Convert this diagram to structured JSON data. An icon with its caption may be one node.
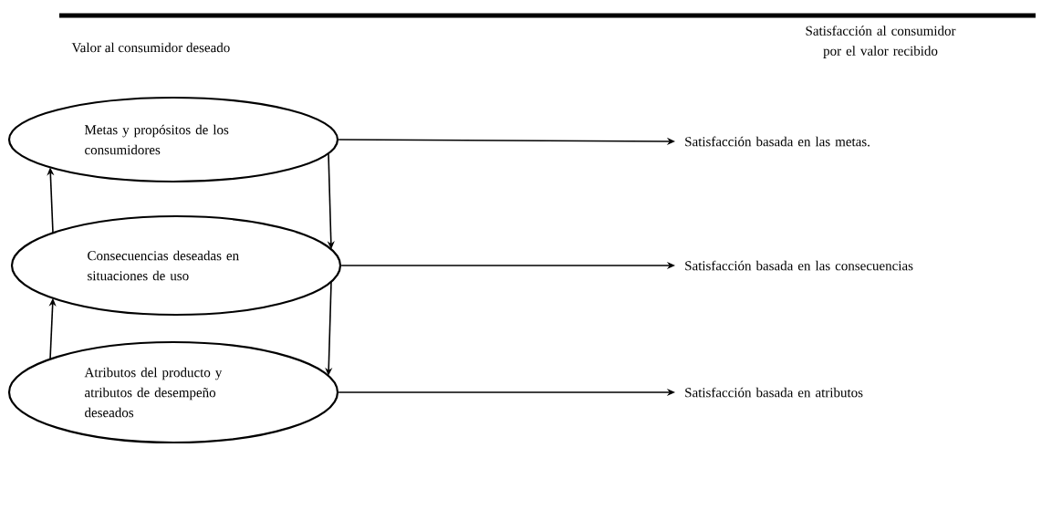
{
  "diagram": {
    "nodes": [
      {
        "text": [
          "Metas y propósitos de los consumidores"
        ]
      },
      {
        "text": [
          "Consecuencias deseadas en situaciones de uso"
        ]
      },
      {
        "text": [
          "Atributos del producto y atributos de desempeño deseados"
        ]
      },
      {
        "text": [
          "Satisfacción basada en las metas."
        ]
      },
      {
        "text": [
          "Satisfacción basada en las consecuencias"
        ]
      },
      {
        "text": [
          "Satisfacción basada en atributos"
        ]
      }
    ],
    "edges": [
      {
        "from": 2,
        "to": 1,
        "arrow": "to"
      },
      {
        "from": 1,
        "to": 0,
        "arrow": "to"
      },
      {
        "from": 0,
        "to": 1,
        "arrow": "to"
      },
      {
        "from": 1,
        "to": 2,
        "arrow": "to"
      },
      {
        "from": 0,
        "to": 3,
        "arrow": "to"
      },
      {
        "from": 1,
        "to": 4,
        "arrow": "to"
      },
      {
        "from": 2,
        "to": 5,
        "arrow": "to"
      }
    ],
    "labels": [
      "Valor al consumidor deseado",
      "Satisfacción al consumidor por el valor recibido"
    ]
  }
}
